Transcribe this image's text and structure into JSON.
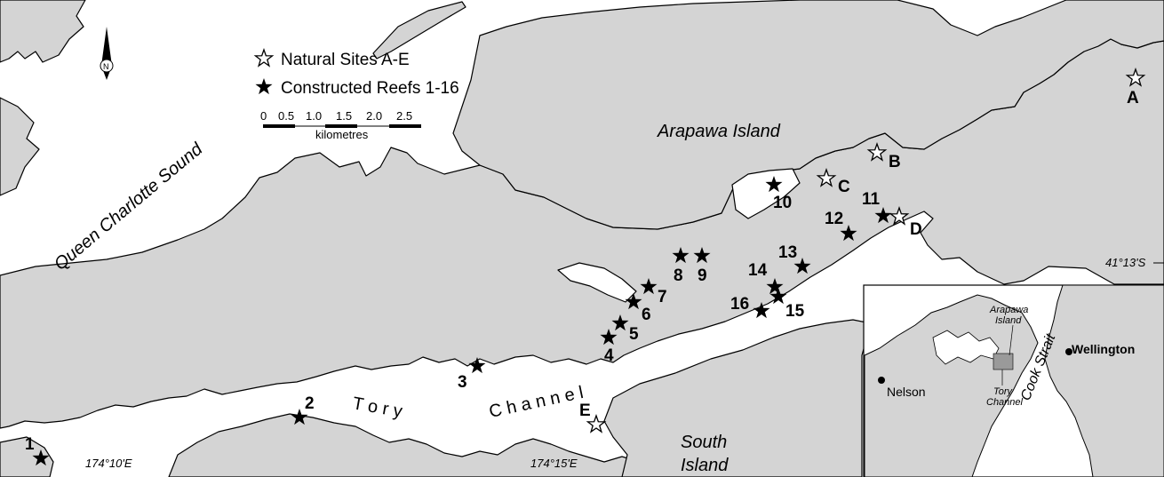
{
  "legend": {
    "natural": "Natural Sites A-E",
    "constructed": "Constructed Reefs 1-16"
  },
  "scalebar": {
    "ticks": [
      "0",
      "0.5",
      "1.0",
      "1.5",
      "2.0",
      "2.5"
    ],
    "unit": "kilometres"
  },
  "north_label": "N",
  "places": {
    "arapawa": "Arapawa Island",
    "qcs": "Queen Charlotte Sound",
    "tory_word1": "T o r y",
    "tory_word2": "C h a n n e l",
    "south": "South",
    "island": "Island"
  },
  "coords": {
    "lat": "41°13'S",
    "lon1": "174°10'E",
    "lon2": "174°15'E"
  },
  "natural_sites": [
    "A",
    "B",
    "C",
    "D",
    "E"
  ],
  "reefs": [
    "1",
    "2",
    "3",
    "4",
    "5",
    "6",
    "7",
    "8",
    "9",
    "10",
    "11",
    "12",
    "13",
    "14",
    "15",
    "16"
  ],
  "inset": {
    "nelson": "Nelson",
    "wellington": "Wellington",
    "cook": "Cook Strait",
    "arapawa1": "Arapawa",
    "arapawa2": "Island",
    "tory1": "Tory",
    "tory2": "Channel"
  },
  "colors": {
    "land": "#d4d4d4",
    "water": "#ffffff",
    "outline": "#000000"
  }
}
